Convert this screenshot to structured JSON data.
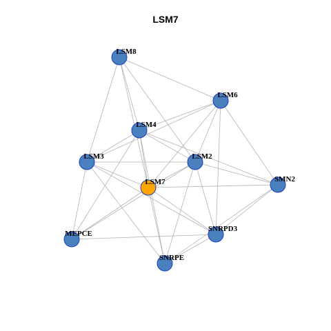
{
  "title": "LSM7",
  "colors": {
    "node": "#4a80bd",
    "focus_node": "#ffa500",
    "node_border": "#1a3fbf",
    "edge": "#b3b3b3"
  },
  "focus": "LSM7",
  "nodes": [
    "LSM8",
    "LSM6",
    "LSM4",
    "LSM3",
    "LSM2",
    "LSM7",
    "SMN2",
    "MEPCE",
    "SNRPD3",
    "SNRPE"
  ],
  "edges": [
    [
      "LSM8",
      "LSM6"
    ],
    [
      "LSM8",
      "LSM4"
    ],
    [
      "LSM8",
      "LSM3"
    ],
    [
      "LSM8",
      "LSM2"
    ],
    [
      "LSM8",
      "LSM7"
    ],
    [
      "LSM6",
      "LSM4"
    ],
    [
      "LSM6",
      "LSM3"
    ],
    [
      "LSM6",
      "LSM2"
    ],
    [
      "LSM6",
      "LSM7"
    ],
    [
      "LSM6",
      "SMN2"
    ],
    [
      "LSM6",
      "SNRPD3"
    ],
    [
      "LSM4",
      "LSM3"
    ],
    [
      "LSM4",
      "LSM2"
    ],
    [
      "LSM4",
      "LSM7"
    ],
    [
      "LSM4",
      "MEPCE"
    ],
    [
      "LSM4",
      "SNRPE"
    ],
    [
      "LSM4",
      "SMN2"
    ],
    [
      "LSM3",
      "LSM2"
    ],
    [
      "LSM3",
      "LSM7"
    ],
    [
      "LSM3",
      "MEPCE"
    ],
    [
      "LSM3",
      "SNRPE"
    ],
    [
      "LSM3",
      "SNRPD3"
    ],
    [
      "LSM2",
      "LSM7"
    ],
    [
      "LSM2",
      "SMN2"
    ],
    [
      "LSM2",
      "SNRPD3"
    ],
    [
      "LSM2",
      "SNRPE"
    ],
    [
      "LSM2",
      "MEPCE"
    ],
    [
      "LSM7",
      "SMN2"
    ],
    [
      "LSM7",
      "SNRPD3"
    ],
    [
      "LSM7",
      "SNRPE"
    ],
    [
      "LSM7",
      "MEPCE"
    ],
    [
      "SMN2",
      "SNRPD3"
    ],
    [
      "SMN2",
      "SNRPE"
    ],
    [
      "MEPCE",
      "SNRPD3"
    ],
    [
      "SNRPD3",
      "SNRPE"
    ]
  ]
}
